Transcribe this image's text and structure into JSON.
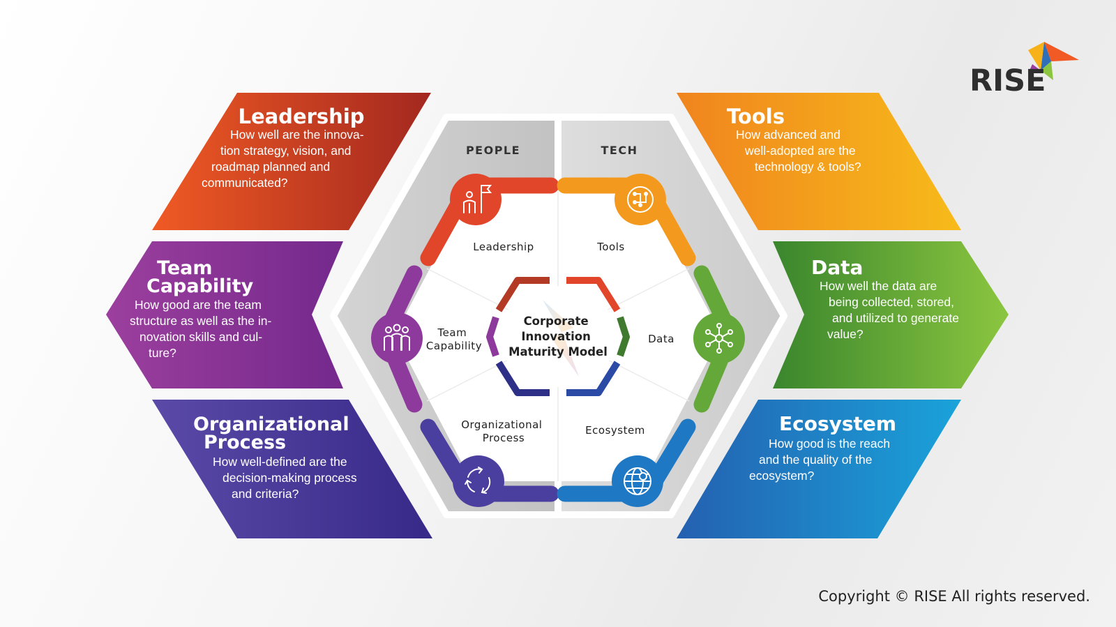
{
  "logo": {
    "text": "RISE"
  },
  "copyright": "Copyright © RISE  All rights reserved.",
  "column_headers": {
    "people": "PEOPLE",
    "tech": "TECH"
  },
  "center": {
    "line1": "Corporate",
    "line2": "Innovation",
    "line3": "Maturity Model"
  },
  "left_panels": [
    {
      "title": "Leadership",
      "desc": [
        "How well are the innova-",
        "tion strategy, vision, and",
        "roadmap planned and",
        "communicated?"
      ],
      "color_from": "#ef5a24",
      "color_to": "#a3281f"
    },
    {
      "title": [
        "Team",
        "Capability"
      ],
      "desc": [
        "How good are the team",
        "structure as well as the in-",
        "novation skills and cul-",
        "ture?"
      ],
      "color_from": "#9b3fa0",
      "color_to": "#7a2d8f"
    },
    {
      "title": [
        "Organizational",
        "Process"
      ],
      "desc": [
        "How well-defined are the",
        "decision-making process",
        "and criteria?"
      ],
      "color_from": "#5a4aa8",
      "color_to": "#3a2b8a"
    }
  ],
  "right_panels": [
    {
      "title": "Tools",
      "desc": [
        "How advanced and",
        "well-adopted are the",
        "technology & tools?"
      ],
      "color_from": "#f08a1e",
      "color_to": "#f6b81a"
    },
    {
      "title": "Data",
      "desc": [
        "How well the data are",
        "being collected, stored,",
        "and utilized to generate",
        "value?"
      ],
      "color_from": "#3d8a2e",
      "color_to": "#8cc640"
    },
    {
      "title": "Ecosystem",
      "desc": [
        "How good is the reach",
        "and the quality of the",
        "ecosystem?"
      ],
      "color_from": "#2462b0",
      "color_to": "#1ea0d8"
    }
  ],
  "inner_labels": {
    "leadership": "Leadership",
    "tools": "Tools",
    "team": [
      "Team",
      "Capability"
    ],
    "data": "Data",
    "org": [
      "Organizational",
      "Process"
    ],
    "ecosystem": "Ecosystem"
  },
  "icons": {
    "leadership": "leader-flag-icon",
    "tools": "circuit-chip-icon",
    "team": "team-group-icon",
    "data": "network-nodes-icon",
    "org": "process-cycle-icon",
    "ecosystem": "globe-people-icon"
  }
}
